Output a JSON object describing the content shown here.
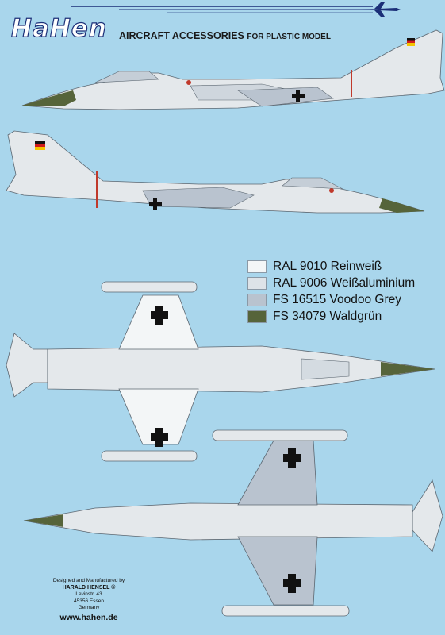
{
  "header": {
    "logo": "HaHen",
    "title_bold": "AIRCRAFT ACCESSORIES",
    "title_small": "FOR PLASTIC MODEL"
  },
  "legend": [
    {
      "label": "RAL 9010 Reinweiß",
      "color": "#f3f6f7"
    },
    {
      "label": "RAL 9006 Weißaluminium",
      "color": "#dde3e8"
    },
    {
      "label": "FS 16515 Voodoo Grey",
      "color": "#b9c3cf"
    },
    {
      "label": "FS 34079 Waldgrün",
      "color": "#56643a"
    }
  ],
  "credits": {
    "line1": "Designed and Manufactured by",
    "name": "HARALD HENSEL ©",
    "street": "Levinstr. 43",
    "city": "45356 Essen",
    "country": "Germany",
    "website": "www.hahen.de"
  },
  "colors": {
    "background": "#a9d6ec",
    "aircraft_light": "#e4e8eb",
    "aircraft_grey": "#b9c3cf",
    "nose_green": "#56643a",
    "logo_blue": "#1b2f78"
  }
}
